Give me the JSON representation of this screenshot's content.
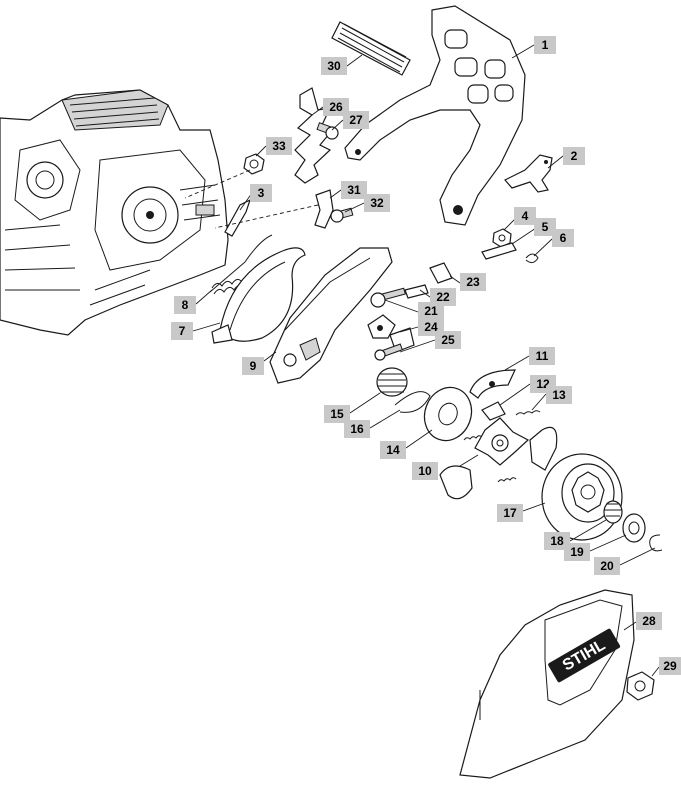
{
  "diagram": {
    "brand_text": "STIHL",
    "callouts": [
      {
        "label": "1"
      },
      {
        "label": "2"
      },
      {
        "label": "3"
      },
      {
        "label": "4"
      },
      {
        "label": "5"
      },
      {
        "label": "6"
      },
      {
        "label": "7"
      },
      {
        "label": "8"
      },
      {
        "label": "9"
      },
      {
        "label": "10"
      },
      {
        "label": "11"
      },
      {
        "label": "12"
      },
      {
        "label": "13"
      },
      {
        "label": "14"
      },
      {
        "label": "15"
      },
      {
        "label": "16"
      },
      {
        "label": "17"
      },
      {
        "label": "18"
      },
      {
        "label": "19"
      },
      {
        "label": "20"
      },
      {
        "label": "21"
      },
      {
        "label": "22"
      },
      {
        "label": "23"
      },
      {
        "label": "24"
      },
      {
        "label": "25"
      },
      {
        "label": "26"
      },
      {
        "label": "27"
      },
      {
        "label": "28"
      },
      {
        "label": "29"
      },
      {
        "label": "30"
      },
      {
        "label": "31"
      },
      {
        "label": "32"
      },
      {
        "label": "33"
      }
    ]
  }
}
